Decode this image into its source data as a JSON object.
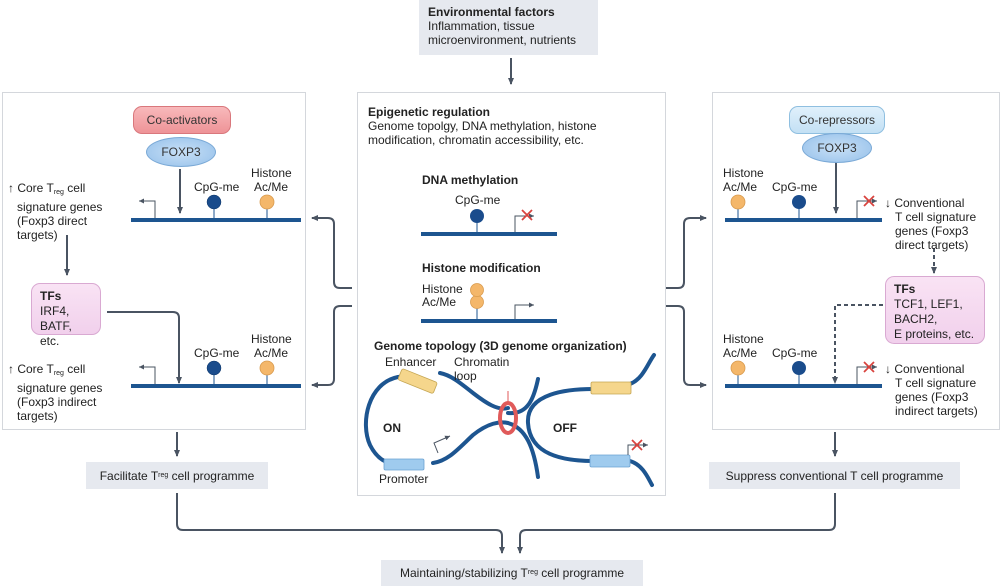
{
  "environmental": {
    "title": "Environmental factors",
    "line1": "Inflammation, tissue",
    "line2": "microenvironment, nutrients"
  },
  "center": {
    "title": "Epigenetic regulation",
    "line1": "Genome topolgy, DNA methylation, histone",
    "line2": "modification, chromatin accessibility, etc.",
    "dna_methylation": {
      "title": "DNA methylation",
      "label": "CpG-me"
    },
    "histone_modification": {
      "title": "Histone modification",
      "label1": "Histone",
      "label2": "Ac/Me"
    },
    "genome_topology": {
      "title": "Genome topology (3D genome organization)",
      "enhancer": "Enhancer",
      "chromatin_loop1": "Chromatin",
      "chromatin_loop2": "loop",
      "on": "ON",
      "off": "OFF",
      "promoter": "Promoter"
    }
  },
  "left": {
    "coactivators": "Co-activators",
    "foxp3": "FOXP3",
    "cpg": "CpG-me",
    "histone1": "Histone",
    "histone2": "Ac/Me",
    "direct": {
      "arrow": "↑",
      "core": "Core T",
      "sub": "reg",
      "cell": " cell",
      "l2": "signature genes",
      "l3": "(Foxp3 direct",
      "l4": "targets)"
    },
    "tfs": {
      "title": "TFs",
      "l1": "IRF4,",
      "l2": "BATF, etc."
    },
    "indirect": {
      "arrow": "↑",
      "core": "Core T",
      "sub": "reg",
      "cell": " cell",
      "l2": "signature genes",
      "l3": "(Foxp3 indirect",
      "l4": "targets)"
    },
    "outcome": {
      "pre": "Facilitate T",
      "sub": "reg",
      "post": " cell programme"
    }
  },
  "right": {
    "corepressors": "Co-repressors",
    "foxp3": "FOXP3",
    "cpg": "CpG-me",
    "histone1": "Histone",
    "histone2": "Ac/Me",
    "direct": {
      "l1": "↓ Conventional",
      "l2": "T cell signature",
      "l3": "genes (Foxp3",
      "l4": "direct targets)"
    },
    "tfs": {
      "title": "TFs",
      "l1": "TCF1, LEF1,",
      "l2": "BACH2,",
      "l3": "E proteins, etc."
    },
    "indirect": {
      "l1": "↓ Conventional",
      "l2": "T cell signature",
      "l3": "genes (Foxp3",
      "l4": "indirect targets)"
    },
    "outcome": "Suppress conventional T cell programme"
  },
  "final": {
    "pre": "Maintaining/stabilizing T",
    "sub": "reg",
    "post": " cell programme"
  },
  "colors": {
    "dna": "#1d5590",
    "cpg": "#1a4c8c",
    "histone": "#f4b76a",
    "arrow": "#4a5462",
    "coactivator": "#f3a5a8",
    "corepressor": "#cfe6f6",
    "foxp3": "#a9cdee",
    "tf": "#f5d8ef",
    "cross": "#d9433e",
    "box": "#e6e9ef"
  }
}
